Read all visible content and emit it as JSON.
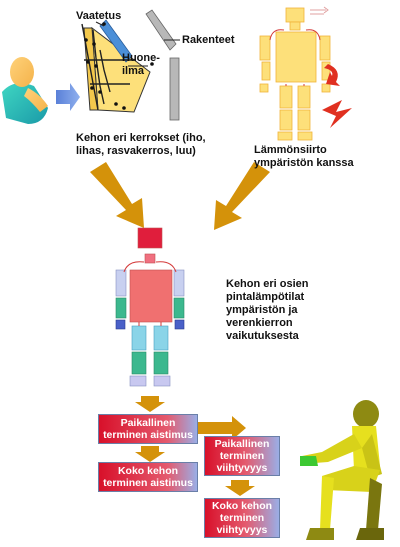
{
  "labels": {
    "clothing": "Vaatetus",
    "room_air": "Huone-\nilma",
    "structures": "Rakenteet",
    "body_layers": "Kehon eri kerrokset (iho,\nlihas, rasvakerros, luu)",
    "heat_transfer": "Lämmönsiirto\nympäristön kanssa",
    "surface_temps": "Kehon eri osien\npintalämpötilat\nympäristön ja\nverenkierron\nvaikutuksesta"
  },
  "boxes": {
    "local_sensation": "Paikallinen\nterminen aistimus",
    "whole_sensation": "Koko kehon\nterminen aistimus",
    "local_comfort": "Paikallinen\nterminen\nviihtyvyys",
    "whole_comfort": "Koko kehon\nterminen\nviihtyvyys"
  },
  "colors": {
    "arrow": "#d4920a",
    "box_red": "#d8102a",
    "box_blue": "#8aa2dc",
    "body_yellow": "#fde07a",
    "manikin_yellow": "#e6e01e",
    "manikin_olive": "#8e8a12",
    "manikin_green": "#3cc832"
  }
}
